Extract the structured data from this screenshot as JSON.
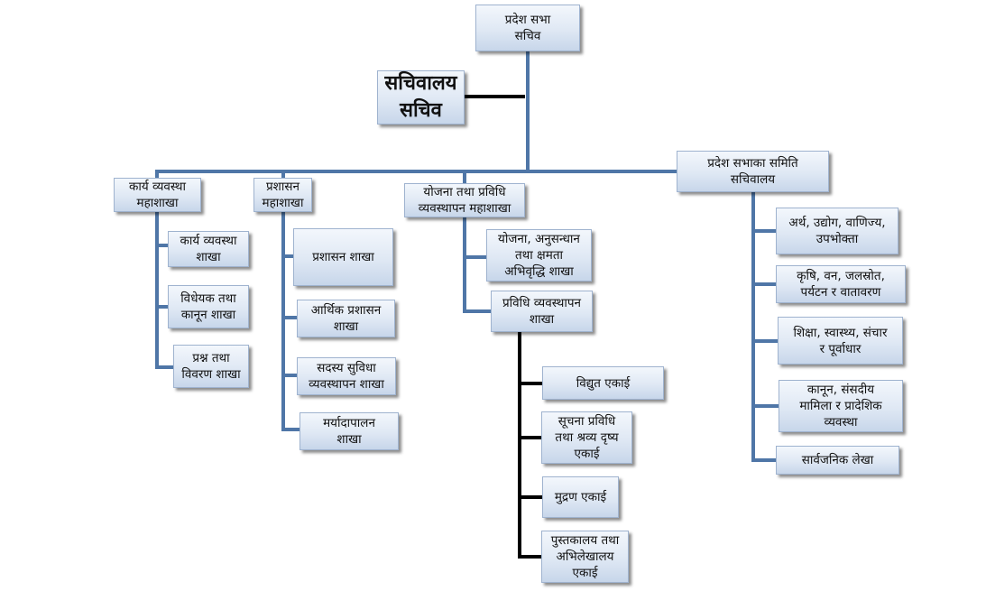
{
  "diagram": {
    "top": "प्रदेश सभा\nसचिव",
    "secretariat": "सचिवालय\nसचिव",
    "divisions": {
      "karya": {
        "label": "कार्य व्यवस्था\nमहाशाखा",
        "children": [
          "कार्य व्यवस्था\nशाखा",
          "विधेयक तथा\nकानून शाखा",
          "प्रश्न तथा\nविवरण शाखा"
        ]
      },
      "prashasan": {
        "label": "प्रशासन\nमहाशाखा",
        "children": [
          "प्रशासन शाखा",
          "आर्थिक प्रशासन\nशाखा",
          "सदस्य सुविधा\nव्यवस्थापन शाखा",
          "मर्यादापालन\nशाखा"
        ]
      },
      "yojana": {
        "label": "योजना तथा प्रविधि\nव्यवस्थापन महाशाखा",
        "children": [
          "योजना, अनुसन्धान\nतथा क्षमता\nअभिवृद्धि  शाखा",
          "प्रविधि व्यवस्थापन\nशाखा"
        ],
        "units": [
          "विद्युत एकाई",
          "सूचना प्रविधि\nतथा श्रव्य दृष्य\nएकाई",
          "मुद्रण एकाई",
          "पुस्तकालय तथा\nअभिलेखालय\nएकाई"
        ]
      },
      "samiti": {
        "label": "प्रदेश सभाका समिति\nसचिवालय",
        "children": [
          "अर्थ, उद्योग, वाणिज्य,\nउपभोक्ता",
          "कृषि, वन, जलस्रोत,\nपर्यटन र वातावरण",
          "शिक्षा, स्वास्थ्य, संचार\nर पूर्वाधार",
          "कानून, संसदीय\nमामिला र प्रादेशिक\nव्यवस्था",
          "सार्वजनिक लेखा"
        ]
      }
    }
  },
  "colors": {
    "connector": "#4f76a7",
    "unit_connector": "#000000"
  }
}
